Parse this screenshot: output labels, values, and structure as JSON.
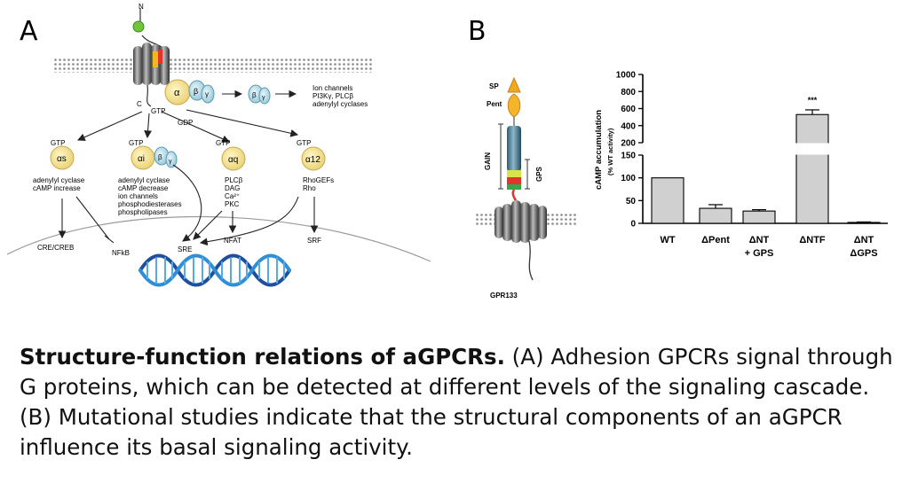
{
  "panels": {
    "a": "A",
    "b": "B"
  },
  "panel_a": {
    "n_label": "N",
    "c_label": "C",
    "gtp_top": "GTP",
    "gdp": "GDP",
    "alpha": "α",
    "beta": "β",
    "gamma": "γ",
    "effectors_top": [
      "Ion channels",
      "PI3Kγ, PLCβ",
      "adenylyl cyclases"
    ],
    "gtp": "GTP",
    "alpha_s": "αs",
    "alpha_i": "αi",
    "alpha_q": "αq",
    "alpha_12": "α12",
    "col_s": [
      "adenylyl cyclase",
      "cAMP increase"
    ],
    "col_i": [
      "adenylyl cyclase",
      "cAMP decrease",
      "ion channels",
      "phosphodiesterases",
      "phospholipases"
    ],
    "col_q": [
      "PLCβ",
      "DAG",
      "Ca²⁺",
      "PKC"
    ],
    "col_12": [
      "RhoGEFs",
      "Rho"
    ],
    "cre": "CRE/CREB",
    "nfkb": "NFkB",
    "sre": "SRE",
    "nfat": "NFAT",
    "srf": "SRF"
  },
  "panel_b": {
    "sp": "SP",
    "pent": "Pent",
    "gain": "GAIN",
    "gps": "GPS",
    "receptor": "GPR133",
    "significance": "***"
  },
  "chart_data": {
    "type": "bar",
    "title": "",
    "ylabel": "cAMP accumulation",
    "ylabel2": "(% WT activity)",
    "broken_axis": true,
    "ylim_lower": [
      0,
      150
    ],
    "ylim_upper": [
      200,
      1000
    ],
    "yticks_lower": [
      "0",
      "50",
      "100",
      "150"
    ],
    "yticks_upper": [
      "200",
      "400",
      "600",
      "800",
      "1000"
    ],
    "categories": [
      "WT",
      "ΔPent",
      "ΔNT + GPS",
      "ΔNTF",
      "ΔNT ΔGPS"
    ],
    "category_lines": [
      [
        "WT"
      ],
      [
        "ΔPent"
      ],
      [
        "ΔNT",
        "+ GPS"
      ],
      [
        "ΔNTF"
      ],
      [
        "ΔNT",
        "ΔGPS"
      ]
    ],
    "values": [
      100,
      33,
      27,
      530,
      2
    ],
    "errors": [
      0,
      8,
      3,
      55,
      1
    ],
    "bar_color": "#d0d0d0",
    "grid": false
  },
  "caption": {
    "bold": "Structure-function relations of aGPCRs.",
    "text": " (A) Adhesion GPCRs signal through G proteins, which can be detected at different levels of the signaling cascade. (B) Mutational studies indicate that the structural components of an aGPCR influence its basal signaling activity."
  }
}
